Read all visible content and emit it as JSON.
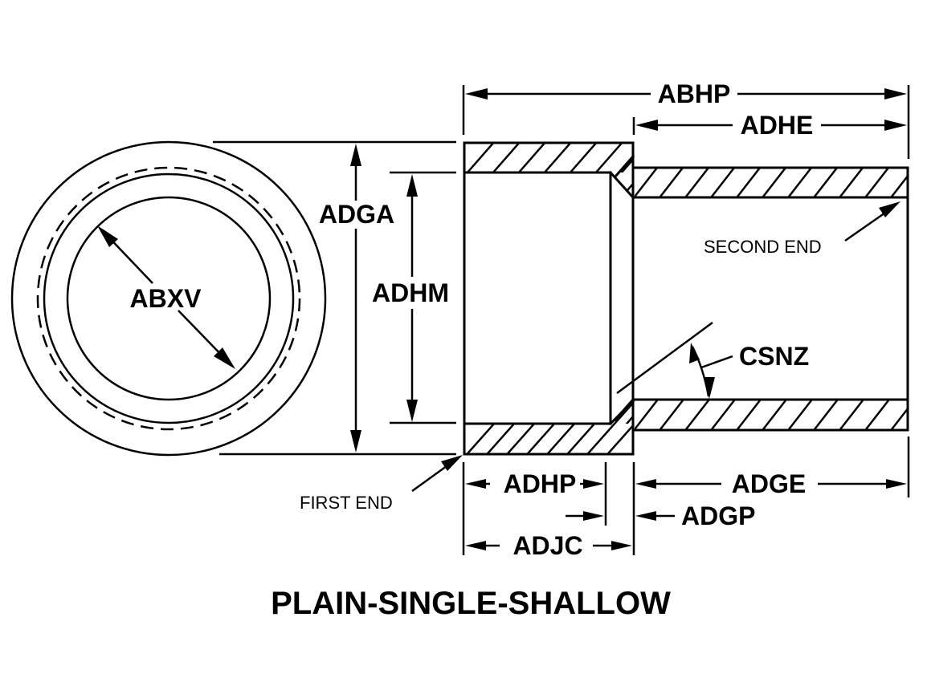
{
  "diagram": {
    "title": "PLAIN-SINGLE-SHALLOW",
    "views": [
      "end-view",
      "section-view"
    ],
    "dimension_labels": {
      "overall_length": "ABHP",
      "second_section_length": "ADHE",
      "outside_diameter": "ADGA",
      "inside_diameter_first_end": "ADHM",
      "inside_diameter_end_view": "ABXV",
      "counterbore_angle": "CSNZ",
      "counterbore_depth": "ADHP",
      "chamfer_depth": "ADGP",
      "first_section_length": "ADJC",
      "second_end_length": "ADGE"
    },
    "notes": {
      "second_end": "SECOND END",
      "first_end": "FIRST END"
    },
    "colors": {
      "line": "#000000",
      "background": "#ffffff"
    }
  }
}
